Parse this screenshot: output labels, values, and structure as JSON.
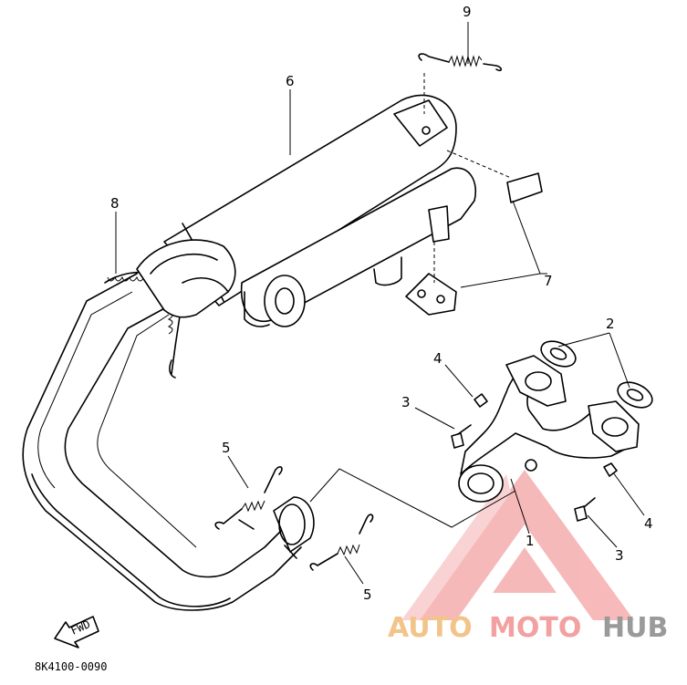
{
  "diagram": {
    "callouts": {
      "c1": "1",
      "c2": "2",
      "c3a": "3",
      "c3b": "3",
      "c4a": "4",
      "c4b": "4",
      "c5a": "5",
      "c5b": "5",
      "c6": "6",
      "c7": "7",
      "c8": "8",
      "c9": "9"
    },
    "part_code": "8K4100-0090",
    "fwd_label": "FWD"
  },
  "watermark": {
    "part1": "AUTO",
    "part2": "MOTO",
    "part3": "HUB",
    "colors": {
      "auto": "#f2c48a",
      "moto": "#f2a0a0",
      "hub": "#9a9a9a",
      "triangle": "#f08080"
    }
  }
}
